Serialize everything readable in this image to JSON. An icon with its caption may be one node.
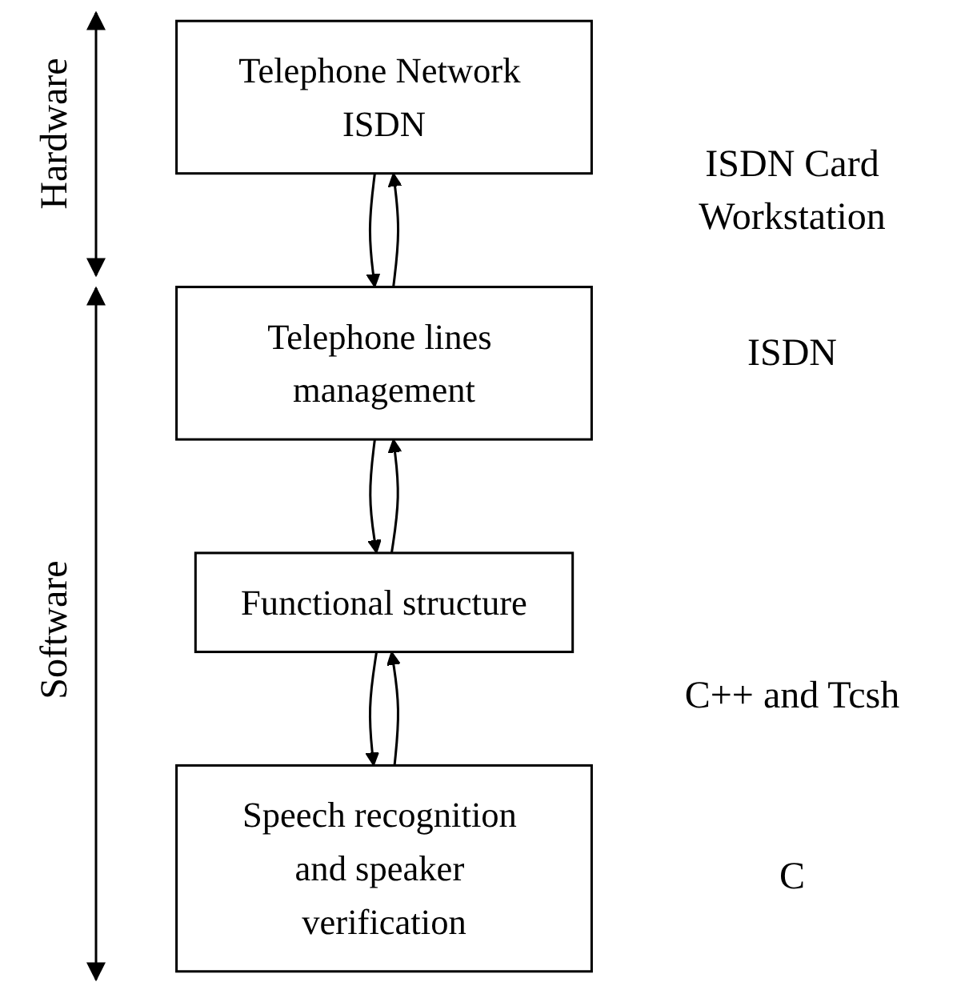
{
  "diagram": {
    "nodes": [
      {
        "text": [
          "Telephone Network ISDN"
        ]
      },
      {
        "text": [
          "Telephone lines management"
        ]
      },
      {
        "text": [
          "Functional structure"
        ]
      },
      {
        "text": [
          "Speech recognition and speaker verification"
        ]
      }
    ],
    "edges": [
      {
        "from": 0,
        "to": 1,
        "arrow": "to"
      },
      {
        "from": 1,
        "to": 0,
        "arrow": "to"
      },
      {
        "from": 1,
        "to": 2,
        "arrow": "to"
      },
      {
        "from": 2,
        "to": 1,
        "arrow": "to"
      },
      {
        "from": 2,
        "to": 3,
        "arrow": "to"
      },
      {
        "from": 3,
        "to": 2,
        "arrow": "to"
      }
    ],
    "labels": [
      "Hardware",
      "ISDN Card",
      "Workstation",
      "ISDN",
      "Software",
      "C++ and Tcsh",
      "C"
    ]
  }
}
